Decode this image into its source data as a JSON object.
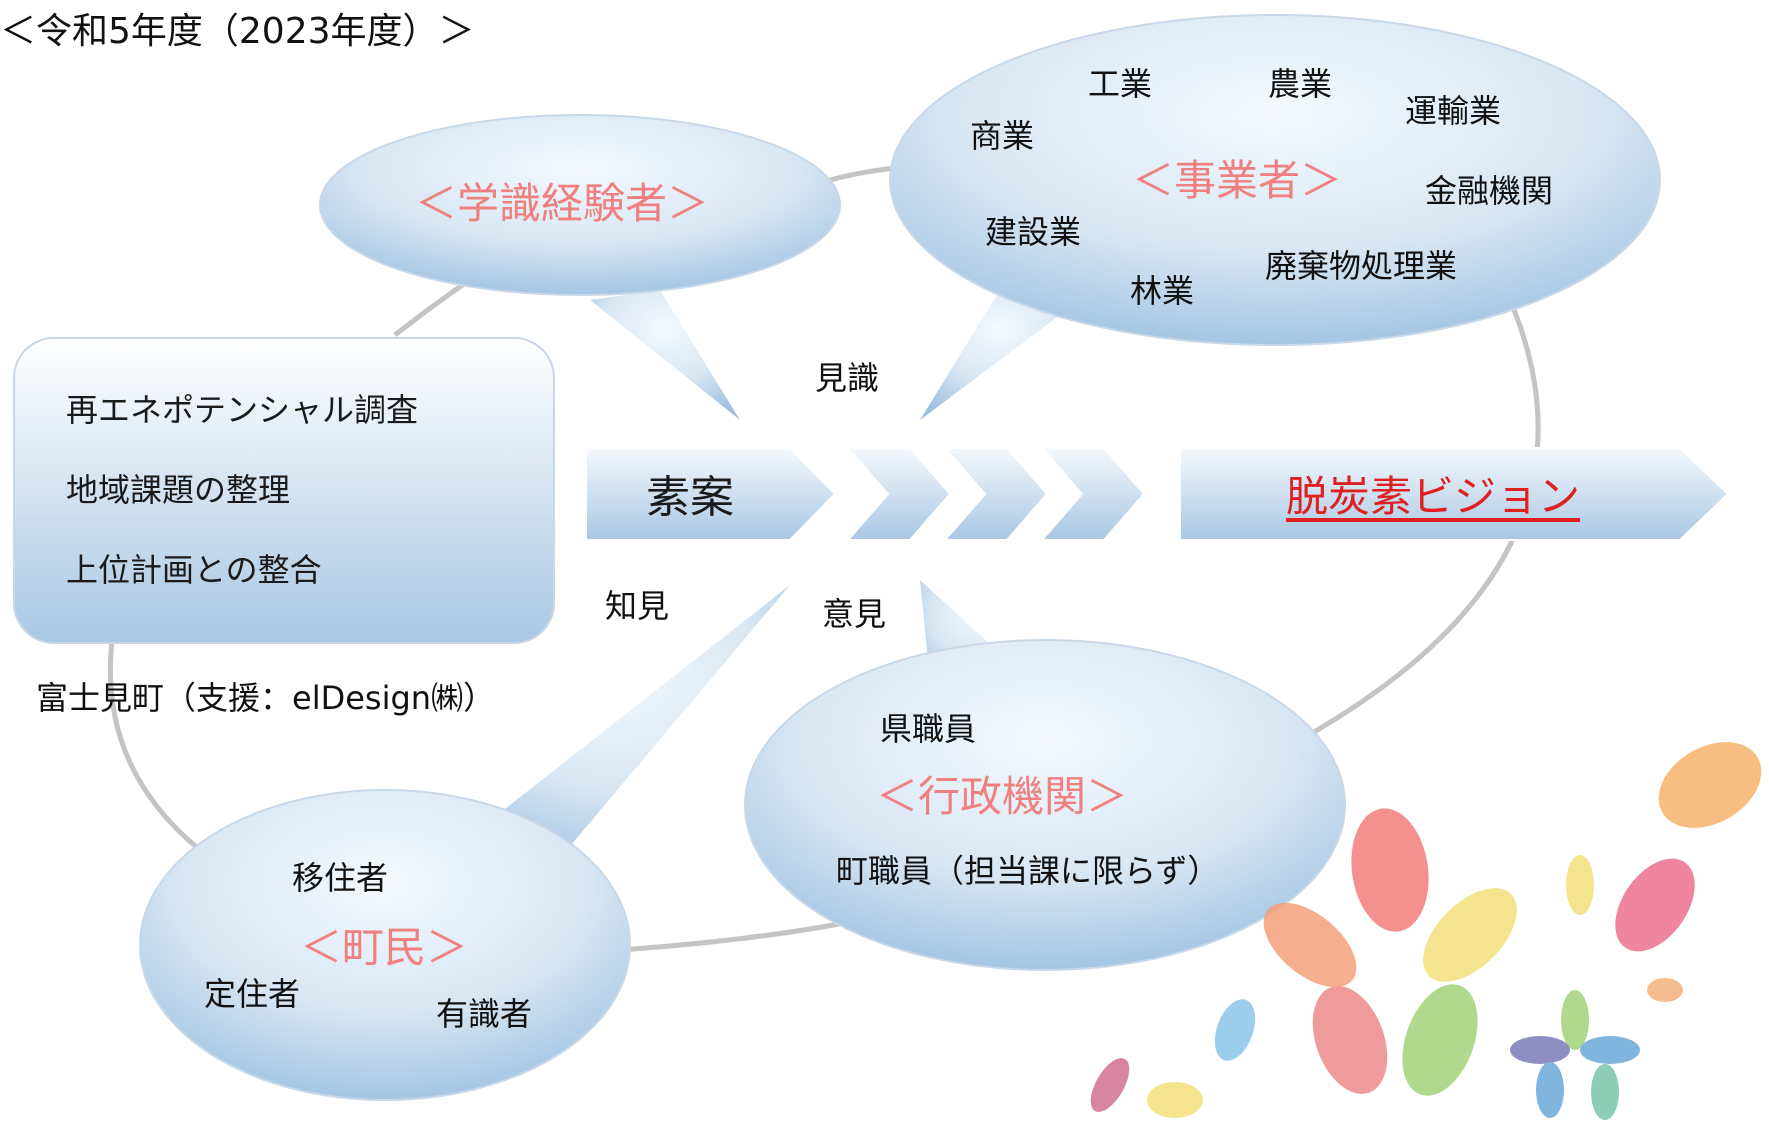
{
  "title": "＜令和5年度（2023年度）＞",
  "sections": {
    "experts": "＜学識経験者＞",
    "business": {
      "heading": "＜事業者＞",
      "items": [
        "工業",
        "農業",
        "運輸業",
        "商業",
        "金融機関",
        "建設業",
        "林業",
        "廃棄物処理業"
      ]
    },
    "government": {
      "heading": "＜行政機関＞",
      "items": [
        "県職員",
        "町職員（担当課に限らず）"
      ]
    },
    "residents": {
      "heading": "＜町民＞",
      "items": [
        "移住者",
        "定住者",
        "有識者"
      ]
    }
  },
  "left_box": {
    "items": [
      "再エネポテンシャル調査",
      "地域課題の整理",
      "上位計画との整合"
    ],
    "credit": "富士見町（支援：elDesign㈱）"
  },
  "flow": {
    "start": "素案",
    "end": "脱炭素ビジョン"
  },
  "inputs": {
    "top": "見識",
    "bottom_left": "知見",
    "bottom_right": "意見"
  },
  "colors": {
    "heading_pink": "#f08080",
    "vision_red": "#e02020",
    "bubble_light": "#e8f1fa",
    "bubble_dark": "#9cbfdf"
  }
}
